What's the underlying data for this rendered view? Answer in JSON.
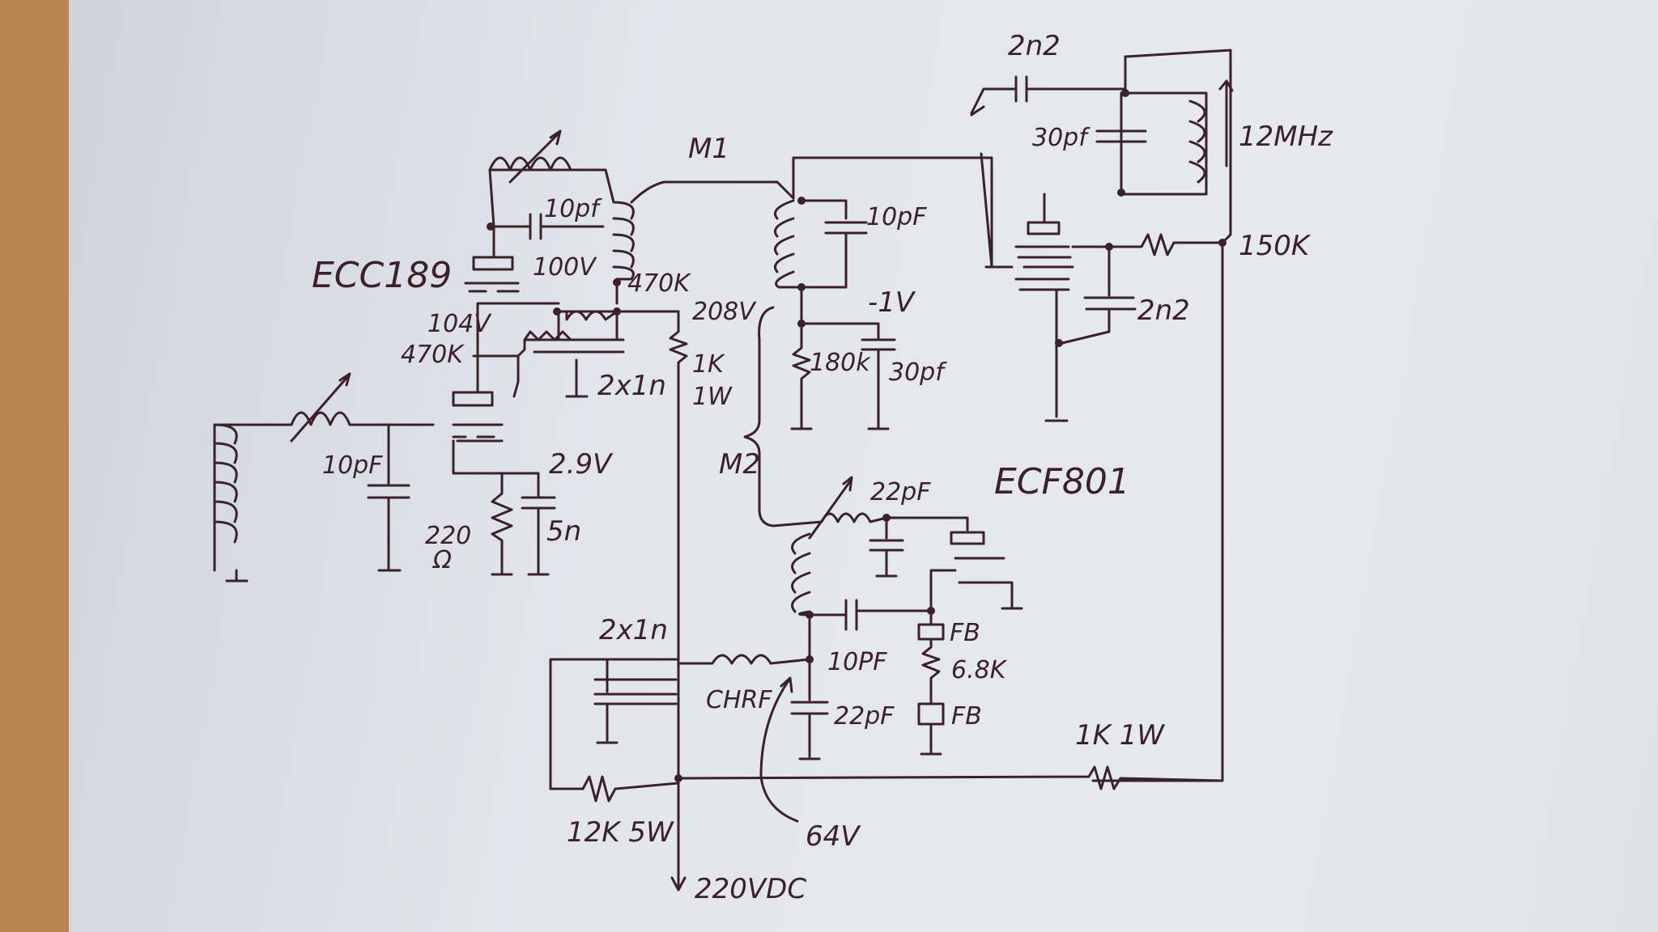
{
  "schematic": {
    "tubes": {
      "left": "ECC189",
      "right": "ECF801"
    },
    "labels": {
      "m1": "M1",
      "m2": "M2",
      "c_2n2_top": "2n2",
      "c_30pf_tank": "30pf",
      "f_12mhz": "12MHz",
      "r_150k": "150K",
      "c_2n2_right": "2n2",
      "c_10pf_top_left": "10pf",
      "v_100v": "100V",
      "r_470k_right": "470K",
      "v_208v": "208V",
      "v_104v": "104V",
      "r_470k_left": "470K",
      "c_2x1n_a": "2x1n",
      "r_1k": "1K",
      "p_1w": "1W",
      "c_10pf_m1": "10pF",
      "v_minus1v": "-1V",
      "r_180k": "180k",
      "c_30pf_grid": "30pf",
      "c_10pf_input": "10pF",
      "v_2_9v": "2.9V",
      "r_220": "220",
      "ohm": "Ω",
      "c_5n": "5n",
      "c_22pf_top": "22pF",
      "fb_1": "FB",
      "r_6_8k": "6.8K",
      "fb_2": "FB",
      "c_10pf_osc": "10PF",
      "c_22pf_bottom": "22pF",
      "c_2x1n_b": "2x1n",
      "chrf": "CHRF",
      "r_1k1w": "1K 1W",
      "r_12k5w": "12K 5W",
      "v_64v": "64V",
      "supply": "220VDC"
    }
  }
}
